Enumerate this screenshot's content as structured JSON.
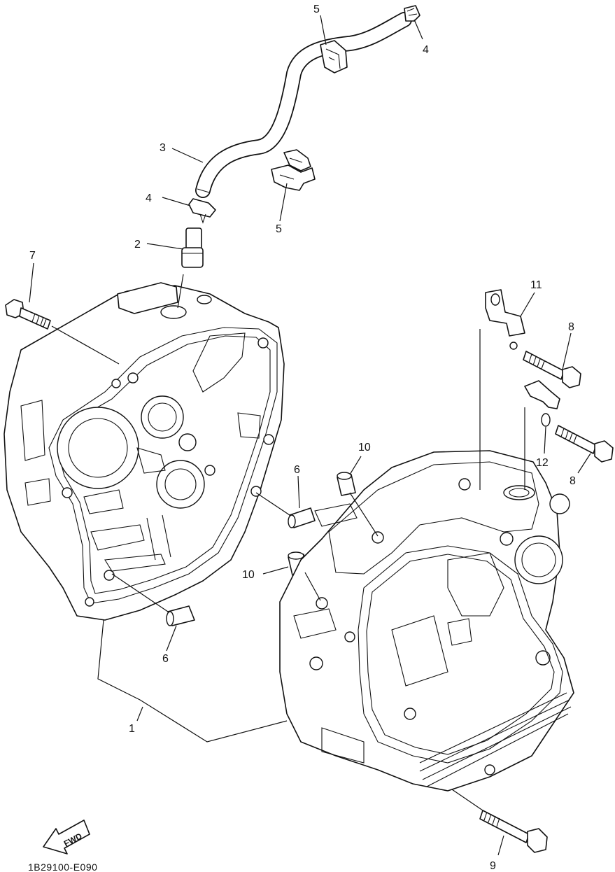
{
  "diagram": {
    "code": "1B29100-E090",
    "fwd_label": "FWD",
    "callouts": {
      "c1": "1",
      "c2": "2",
      "c3": "3",
      "c4a": "4",
      "c4b": "4",
      "c5a": "5",
      "c5b": "5",
      "c6a": "6",
      "c6b": "6",
      "c7": "7",
      "c8a": "8",
      "c8b": "8",
      "c9": "9",
      "c10a": "10",
      "c10b": "10",
      "c11": "11",
      "c12": "12"
    }
  }
}
